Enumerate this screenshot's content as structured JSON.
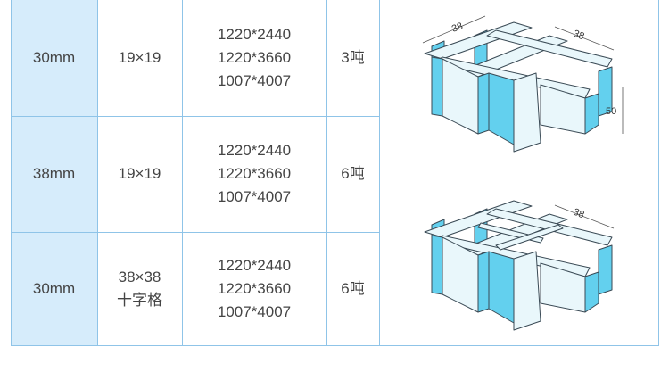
{
  "rows": [
    {
      "thickness": "30mm",
      "mesh_lines": [
        "19×19"
      ],
      "sizes": [
        "1220*2440",
        "1220*3660",
        "1007*4007"
      ],
      "load": "3吨"
    },
    {
      "thickness": "38mm",
      "mesh_lines": [
        "19×19"
      ],
      "sizes": [
        "1220*2440",
        "1220*3660",
        "1007*4007"
      ],
      "load": "6吨"
    },
    {
      "thickness": "30mm",
      "mesh_lines": [
        "38×38",
        "十字格"
      ],
      "sizes": [
        "1220*2440",
        "1220*3660",
        "1007*4007"
      ],
      "load": "6吨"
    }
  ],
  "figure_top": {
    "dim_width": "38",
    "dim_depth": "38",
    "dim_height": "50"
  },
  "figure_bottom": {
    "dim_depth": "38"
  },
  "colors": {
    "grid_line": "#8fc4e8",
    "first_col_bg": "#d6ecfb",
    "grating_face": "#e9f7fb",
    "grating_side": "#63d0ee",
    "grating_edge": "#3a4a55"
  }
}
